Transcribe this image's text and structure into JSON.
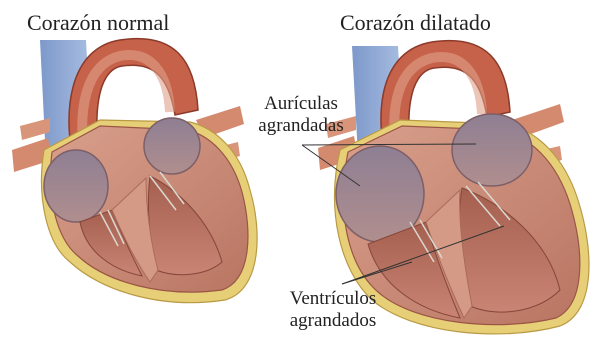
{
  "titles": {
    "normal": "Corazón normal",
    "dilated": "Corazón dilatado"
  },
  "labels": {
    "atria_line1": "Aurículas",
    "atria_line2": "agrandadas",
    "ventricles_line1": "Ventrículos",
    "ventricles_line2": "agrandados"
  },
  "colors": {
    "myocardium": "#c98a76",
    "chamber_wall": "#b97563",
    "chamber_cavity": "#9d8a98",
    "fat": "#e9d27a",
    "vessel_red": "#c4543a",
    "vessel_blue": "#6f8fc4",
    "septum": "#d59a86"
  }
}
